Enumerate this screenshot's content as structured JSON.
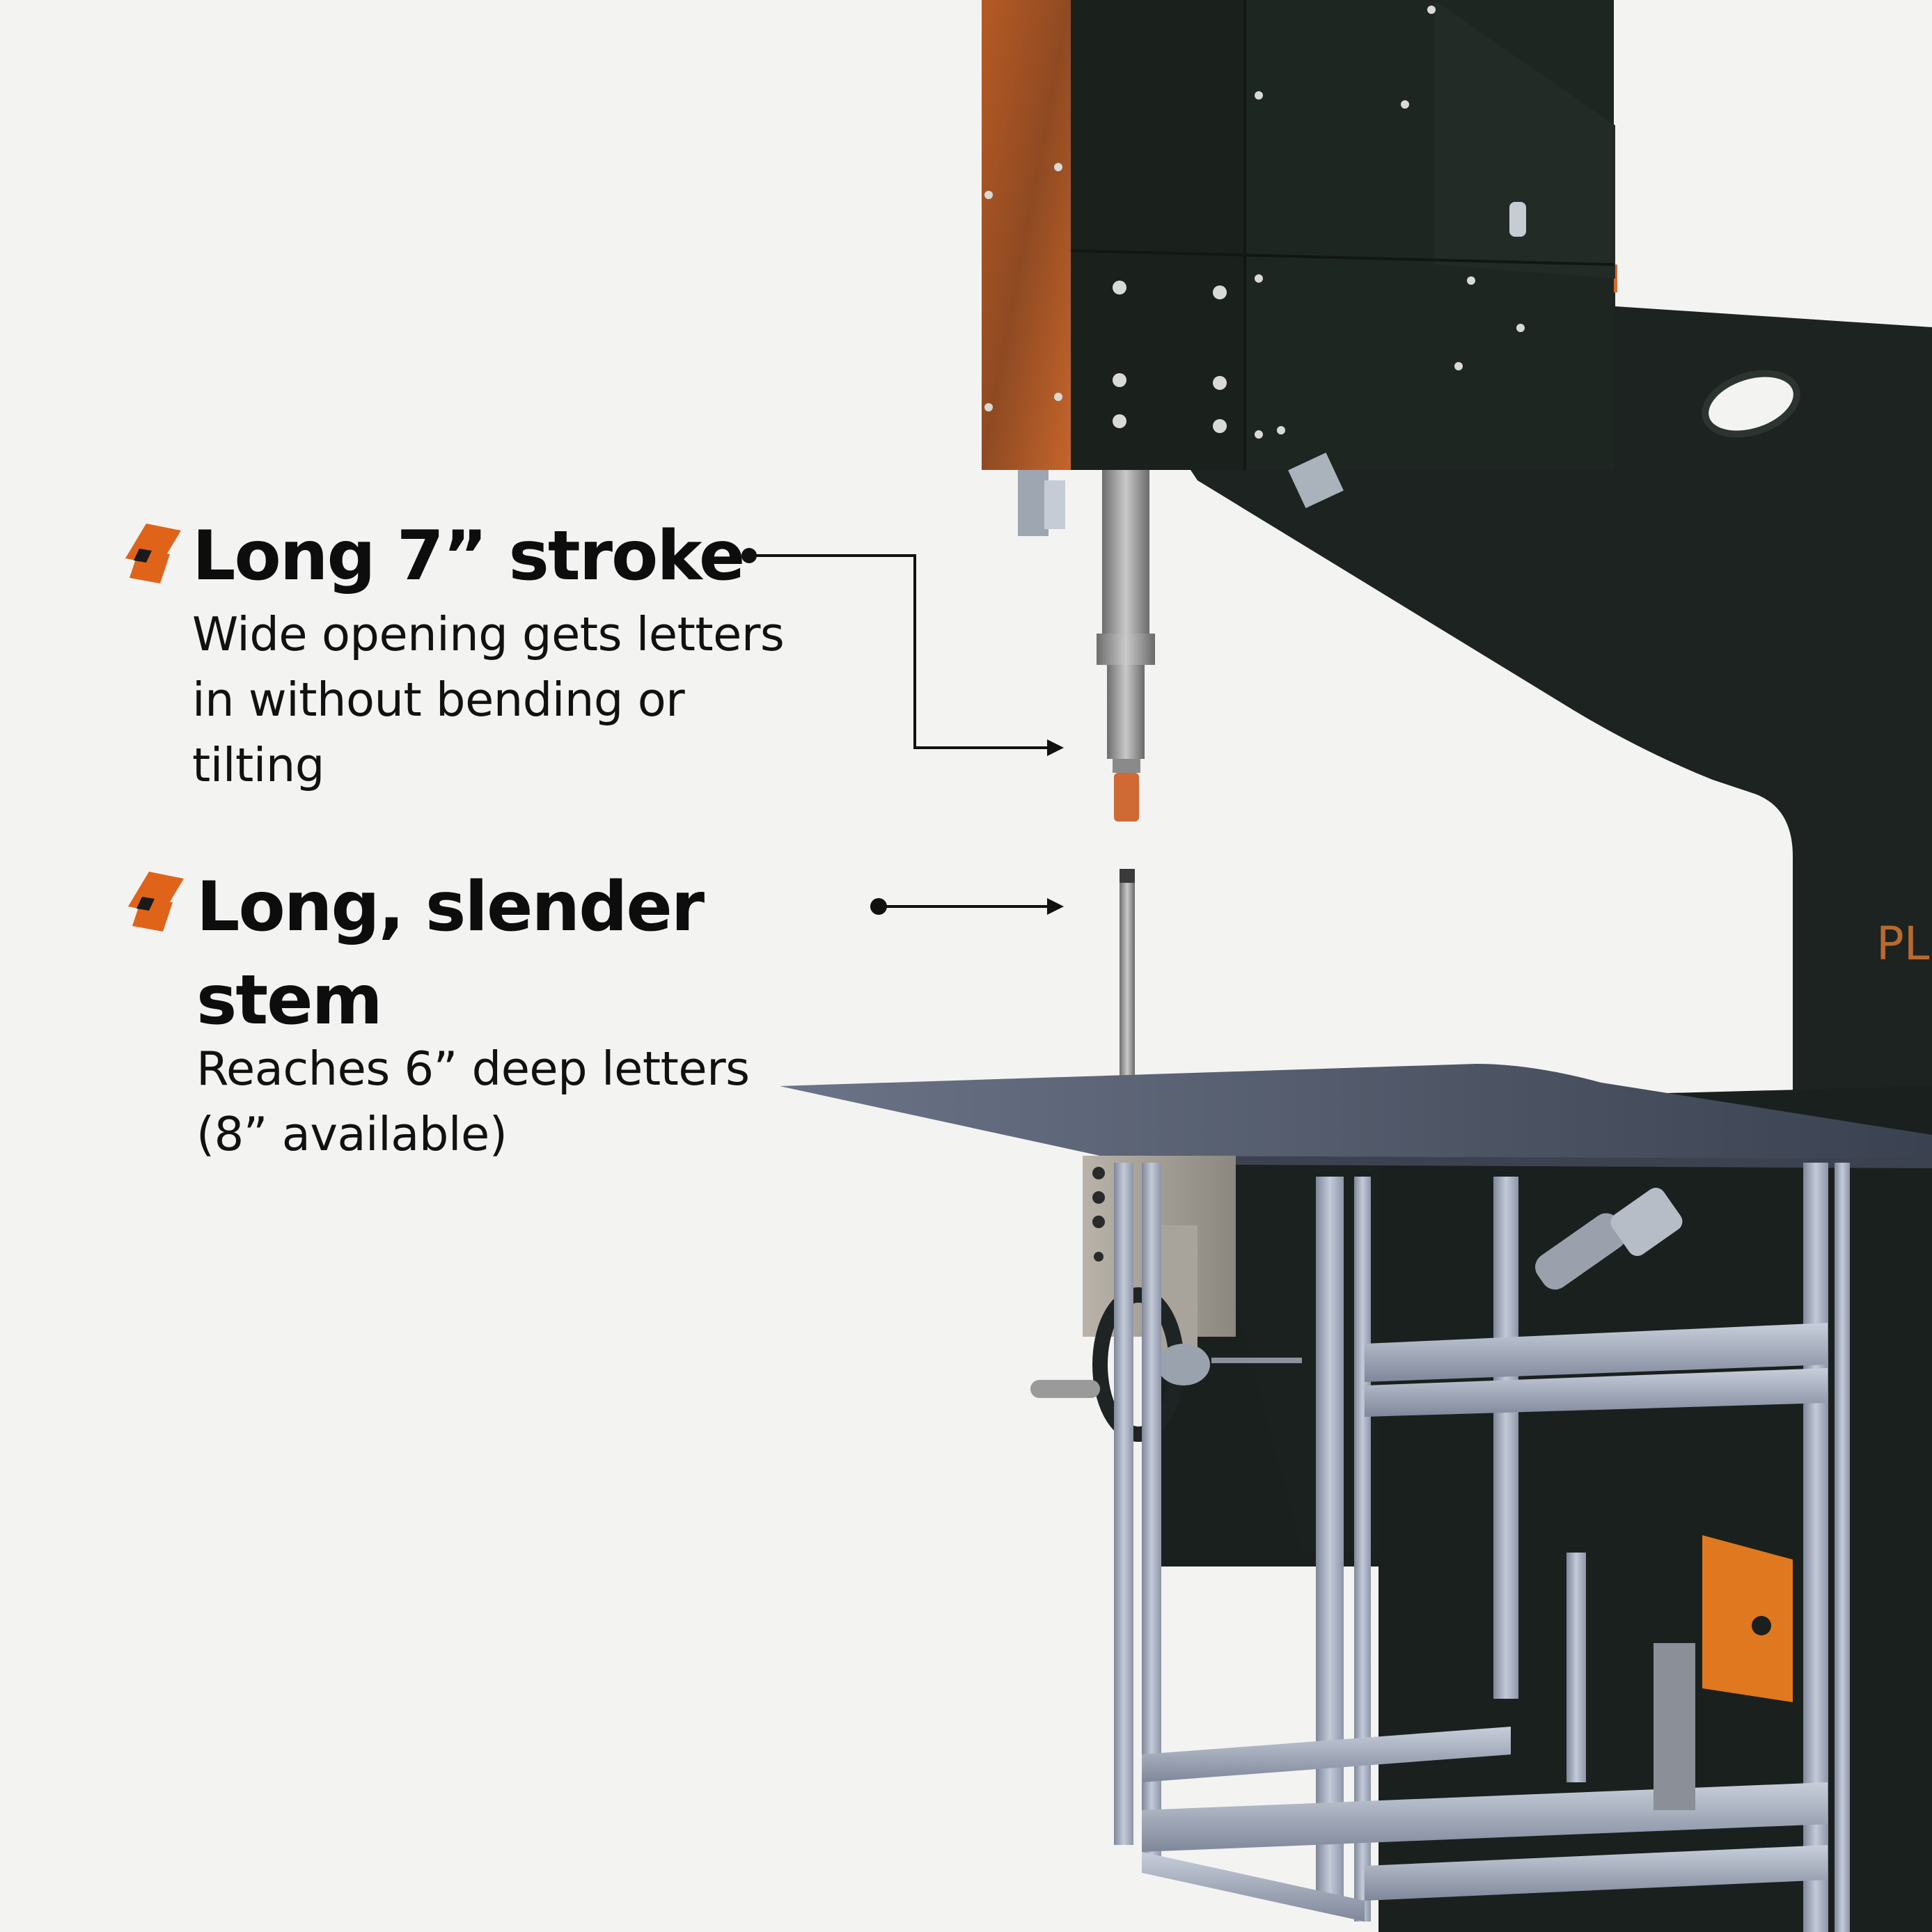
{
  "features": [
    {
      "icon": "orange-diamond-icon",
      "title": "Long 7” stroke",
      "description": [
        "Wide opening gets letters",
        "in without bending or",
        "tilting"
      ]
    },
    {
      "icon": "orange-diamond-icon",
      "title": [
        "Long, slender",
        "stem"
      ],
      "description": [
        "Reaches 6” deep letters",
        "(8” available)"
      ]
    }
  ],
  "machine": {
    "brand_partial": "PL"
  },
  "colors": {
    "background": "#f3f3f2",
    "machine_body": "#1d2420",
    "accent_orange": "#e0631a",
    "frame_aluminum": "#9aa3b6",
    "text": "#0d0d0d"
  }
}
